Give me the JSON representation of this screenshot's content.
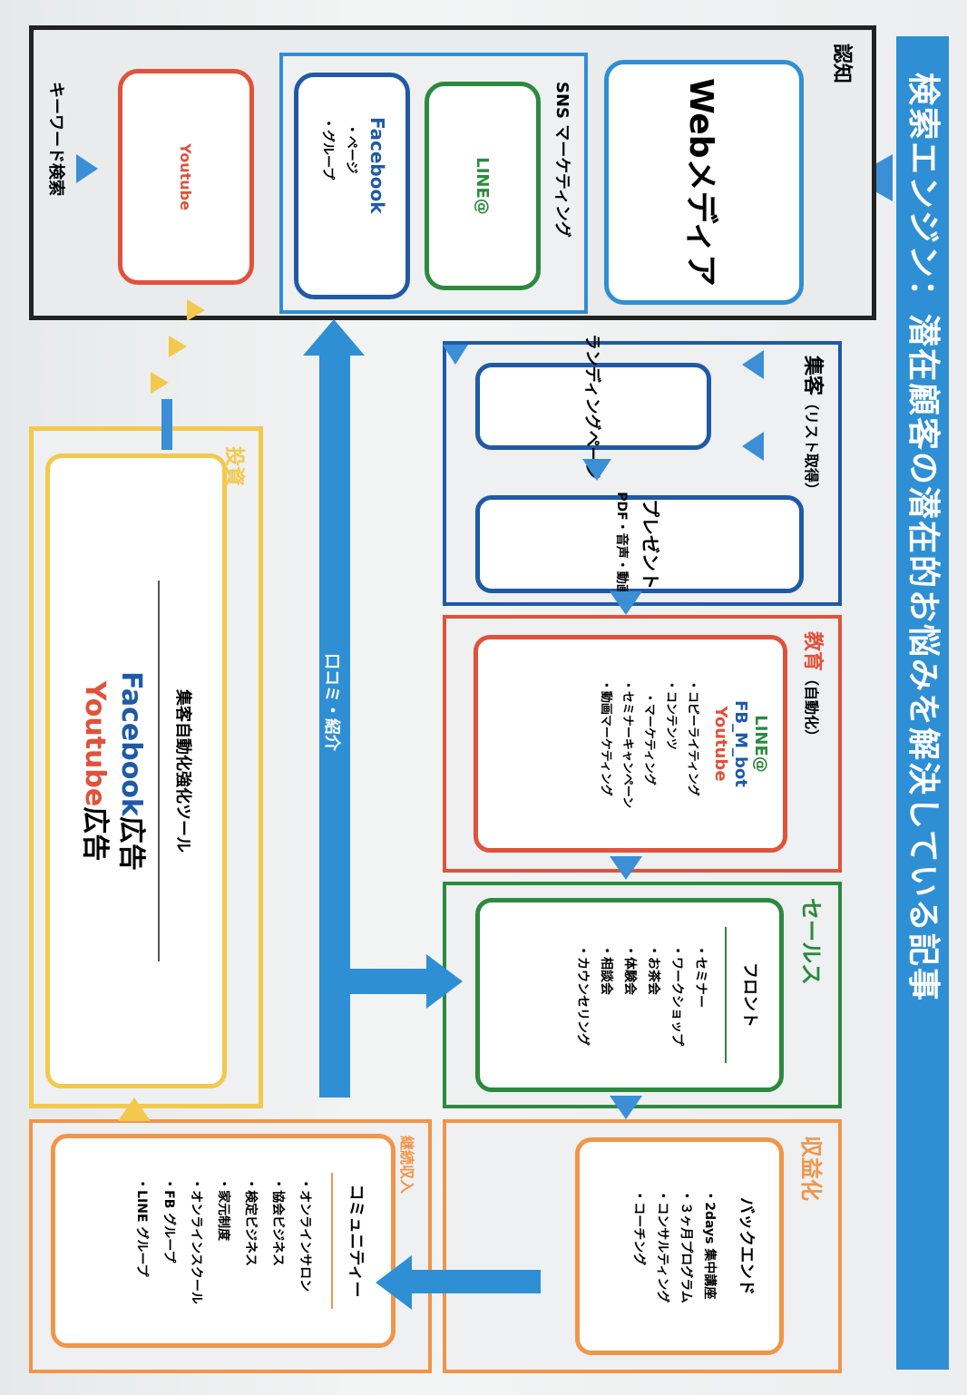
{
  "title": "検索エンジン：潜在顧客の潜在的お悩みを解決している記事",
  "colors": {
    "blue": "#2f8fd4",
    "dark_blue": "#1f5aa6",
    "green": "#2b8a3e",
    "red": "#e0523a",
    "orange": "#f0954a",
    "yellow": "#f2c94c",
    "black": "#222222"
  },
  "sections": {
    "ninchi": {
      "label": "認知",
      "web_media": "Webメディア",
      "sns_label": "SNS マーケティング",
      "line": "LINE@",
      "facebook": "Facebook",
      "facebook_items": [
        "ページ",
        "グループ"
      ],
      "youtube": "Youtube",
      "keyword_search": "キーワード検索"
    },
    "shukyaku": {
      "label": "集客",
      "sub": "（リスト取得）",
      "landing_page": "ランディングページ",
      "present": "プレゼント",
      "present_items": "PDF・音声・動画"
    },
    "kyouiku": {
      "label": "教育",
      "sub": "（自動化）",
      "line": "LINE@",
      "fb_bot": "FB_M_bot",
      "youtube": "Youtube",
      "items": [
        "コピーライティング",
        "コンテンツ",
        "マーケティング",
        "セミナーキャンペーン",
        "動画マーケティング"
      ]
    },
    "sales": {
      "label": "セールス",
      "front": "フロント",
      "items": [
        "セミナー",
        "ワークショップ",
        "お茶会",
        "体験会",
        "相談会",
        "カウンセリング"
      ]
    },
    "shuekika": {
      "label": "収益化",
      "backend": "バックエンド",
      "items": [
        "2days 集中講座",
        "３ヶ月プログラム",
        "コンサルティング",
        "コーチング"
      ]
    },
    "keizoku": {
      "label": "継続収入",
      "community": "コミュニティー",
      "items": [
        "オンラインサロン",
        "協会ビジネス",
        "検定ビジネス",
        "家元制度",
        "オンラインスクール",
        "FB グループ",
        "LINE グループ"
      ]
    },
    "toushi": {
      "label": "投資",
      "tool": "集客自動化強化ツール",
      "facebook": "Facebook",
      "youtube": "Youtube",
      "ad": "広告"
    },
    "kuchikomi": "口コミ・紹介"
  }
}
